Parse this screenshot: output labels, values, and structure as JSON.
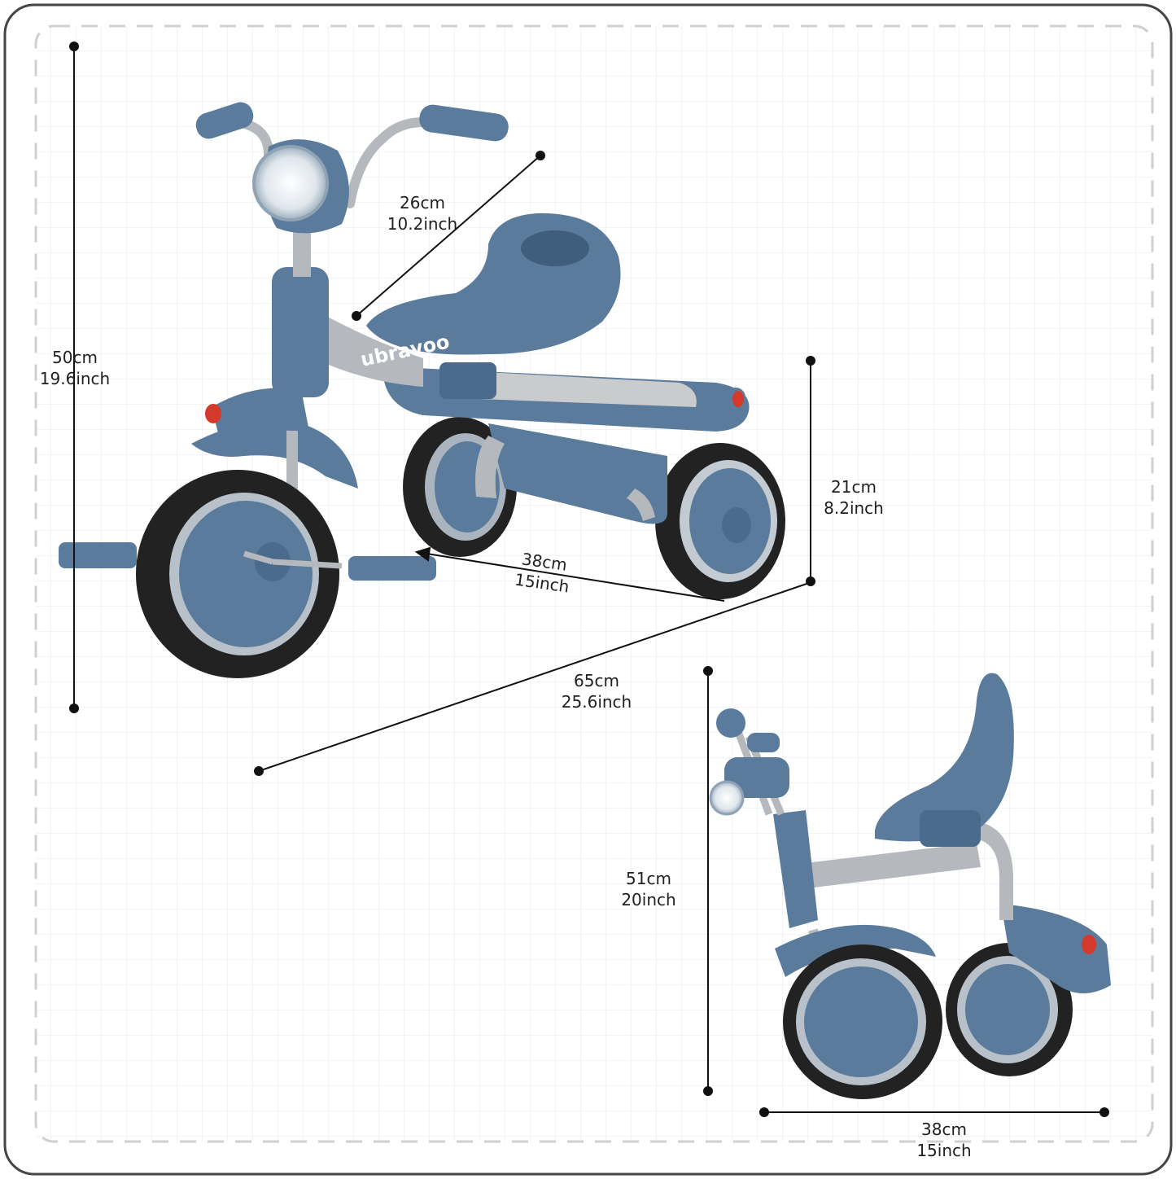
{
  "brand": {
    "logo_text": "ubravoo"
  },
  "colors": {
    "frame_blue": "#5a7b9c",
    "frame_blue_dark": "#3f5e7e",
    "frame_gray": "#b5b9bd",
    "tire_black": "#222222",
    "seat_cushion": "#c9cbcd",
    "grid_line": "#e4e7ea",
    "border": "#444444",
    "dash_border": "#d0d0d0",
    "reflector_red": "#d33a2c"
  },
  "dimensions": {
    "overall_height": {
      "cm": "50cm",
      "inch": "19.6inch"
    },
    "handlebar_to_seat": {
      "cm": "26cm",
      "inch": "10.2inch"
    },
    "seat_height": {
      "cm": "21cm",
      "inch": "8.2inch"
    },
    "wheelbase": {
      "cm": "38cm",
      "inch": "15inch"
    },
    "overall_length": {
      "cm": "65cm",
      "inch": "25.6inch"
    },
    "folded_height": {
      "cm": "51cm",
      "inch": "20inch"
    },
    "folded_length": {
      "cm": "38cm",
      "inch": "15inch"
    }
  },
  "icons": [
    "measure-line-icon",
    "tricycle-image",
    "folded-tricycle-image",
    "headlight-icon",
    "reflector-icon"
  ]
}
